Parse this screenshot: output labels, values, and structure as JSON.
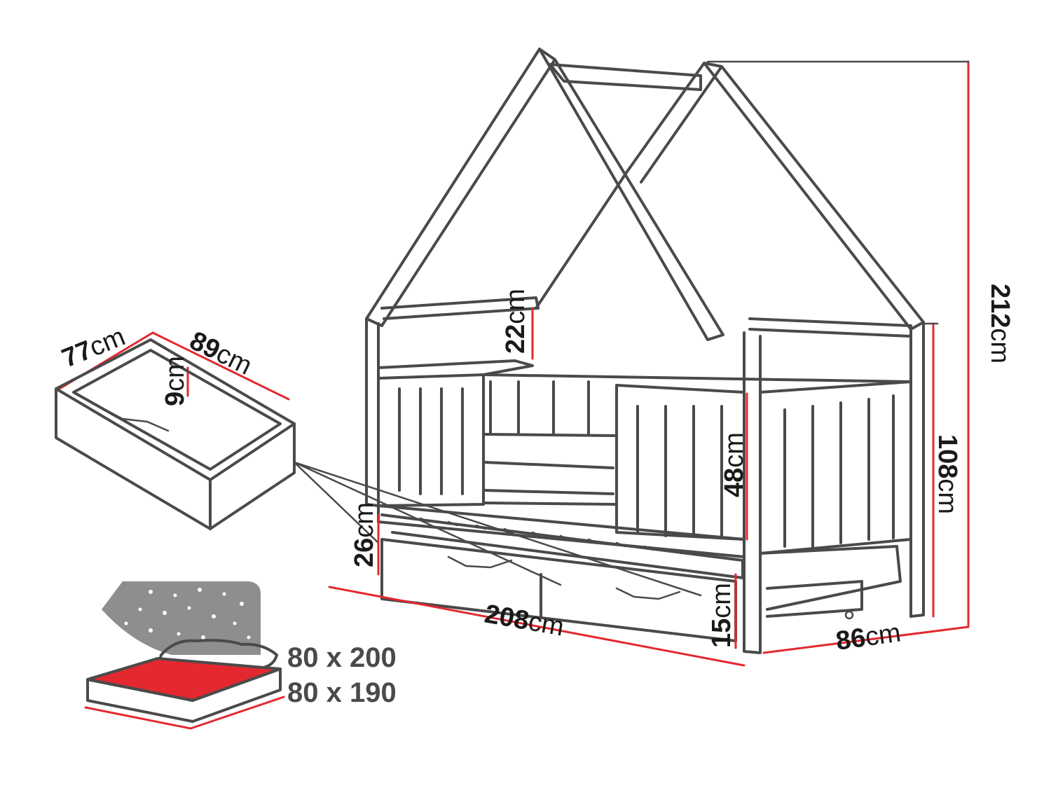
{
  "colors": {
    "dimension": "#e3282f",
    "outline": "#4a4a4a",
    "mattress": "#e3282f",
    "night_sky": "#8e8e8e"
  },
  "icons": [
    "mattress-icon",
    "star-icon",
    "moon-icon",
    "drawer-icon"
  ],
  "dimensions": {
    "height_total": {
      "value": "212",
      "unit": "cm"
    },
    "height_side": {
      "value": "108",
      "unit": "cm"
    },
    "width": {
      "value": "86",
      "unit": "cm"
    },
    "length": {
      "value": "208",
      "unit": "cm"
    },
    "barrier": {
      "value": "48",
      "unit": "cm"
    },
    "top_gap": {
      "value": "22",
      "unit": "cm"
    },
    "bed_height": {
      "value": "26",
      "unit": "cm"
    },
    "drawer_height": {
      "value": "15",
      "unit": "cm"
    },
    "drawer_box_width": {
      "value": "77",
      "unit": "cm"
    },
    "drawer_box_length": {
      "value": "89",
      "unit": "cm"
    },
    "drawer_box_depth": {
      "value": "9",
      "unit": "cm"
    }
  },
  "mattress_sizes": [
    "80 x 200",
    "80 x 190"
  ]
}
